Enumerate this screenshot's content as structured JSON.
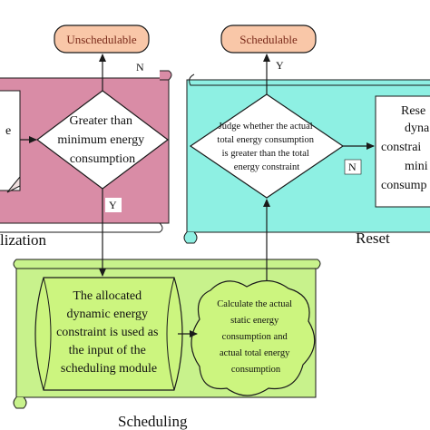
{
  "colors": {
    "pink_panel": "#d98ca6",
    "cyan_panel": "#8ef0e3",
    "green_panel": "#c8f28c",
    "terminal_fill": "#f9c7a8",
    "node_fill": "#ffffff",
    "node_green": "#ccf57f",
    "stroke": "#1a1a1a"
  },
  "terminals": {
    "unschedulable": "Unschedulable",
    "schedulable": "Schedulable"
  },
  "initialization": {
    "section_label": "lization",
    "left_node_text": "e",
    "decision_lines": [
      "Greater than",
      "minimum energy",
      "consumption"
    ],
    "branch_no": "N",
    "branch_yes": "Y"
  },
  "reset": {
    "section_label": "Reset",
    "decision_lines": [
      "Judge whether the actual",
      "total energy consumption",
      "is greater than the total",
      "energy constraint"
    ],
    "branch_yes": "Y",
    "branch_no": "N",
    "right_node_lines": [
      "Rese",
      "dyna",
      "constrai",
      "mini",
      "consump"
    ]
  },
  "scheduling": {
    "section_label": "Scheduling",
    "input_lines": [
      "The allocated",
      "dynamic energy",
      "constraint is used as",
      "the input of the",
      "scheduling module"
    ],
    "calc_lines": [
      "Calculate the actual",
      "static energy",
      "consumption and",
      "actual total energy",
      "consumption"
    ]
  }
}
